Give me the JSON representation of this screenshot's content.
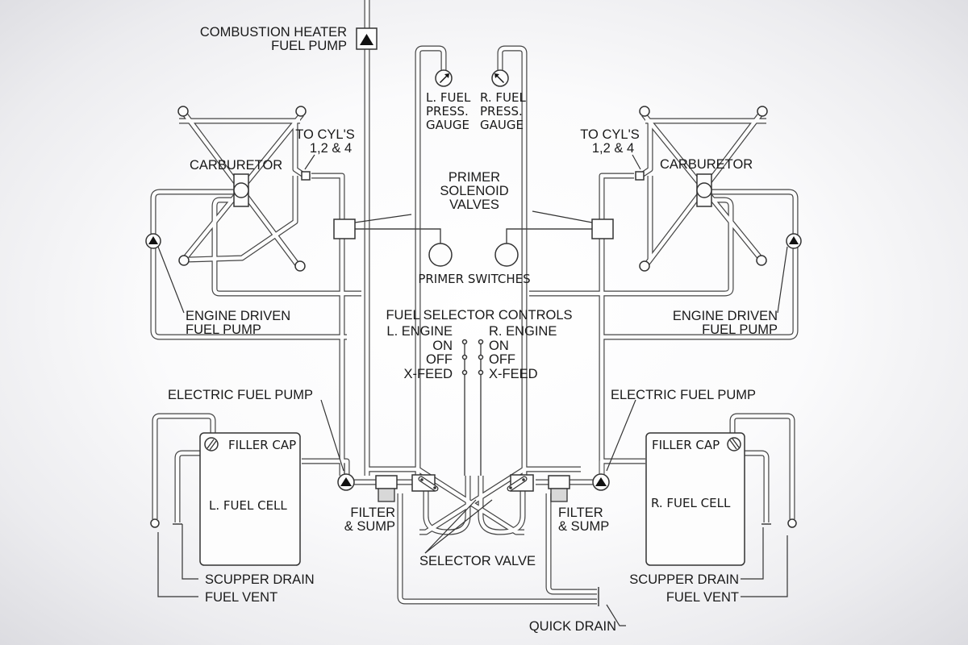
{
  "diagram": {
    "title": "Twin Engine Aircraft Fuel System Schematic",
    "labels": {
      "combustion_heater_pump": [
        "COMBUSTION HEATER",
        "FUEL PUMP"
      ],
      "l_fuel_press_gauge": [
        "L. FUEL",
        "PRESS.",
        "GAUGE"
      ],
      "r_fuel_press_gauge": [
        "R. FUEL",
        "PRESS.",
        "GAUGE"
      ],
      "l_to_cyls": [
        "TO CYL'S",
        "1,2 & 4"
      ],
      "r_to_cyls": [
        "TO CYL'S",
        "1,2 & 4"
      ],
      "l_carburetor": "CARBURETOR",
      "r_carburetor": "CARBURETOR",
      "primer_solenoid_valves": [
        "PRIMER",
        "SOLENOID",
        "VALVES"
      ],
      "primer_switches": "PRIMER SWITCHES",
      "l_engine_driven_pump": [
        "ENGINE DRIVEN",
        "FUEL PUMP"
      ],
      "r_engine_driven_pump": [
        "ENGINE DRIVEN",
        "FUEL PUMP"
      ],
      "fuel_selector_controls": "FUEL SELECTOR CONTROLS",
      "l_engine_selector": {
        "title": "L. ENGINE",
        "positions": [
          "ON",
          "OFF",
          "X-FEED"
        ]
      },
      "r_engine_selector": {
        "title": "R. ENGINE",
        "positions": [
          "ON",
          "OFF",
          "X-FEED"
        ]
      },
      "l_electric_pump": "ELECTRIC FUEL PUMP",
      "r_electric_pump": "ELECTRIC FUEL PUMP",
      "l_filler_cap": "FILLER CAP",
      "r_filler_cap": "FILLER CAP",
      "l_fuel_cell": "L. FUEL CELL",
      "r_fuel_cell": "R. FUEL CELL",
      "l_filter_sump": [
        "FILTER",
        "& SUMP"
      ],
      "r_filter_sump": [
        "FILTER",
        "& SUMP"
      ],
      "selector_valve": "SELECTOR VALVE",
      "l_scupper_drain": "SCUPPER DRAIN",
      "r_scupper_drain": "SCUPPER DRAIN",
      "l_fuel_vent": "FUEL VENT",
      "r_fuel_vent": "FUEL VENT",
      "quick_drain": "QUICK DRAIN"
    }
  }
}
